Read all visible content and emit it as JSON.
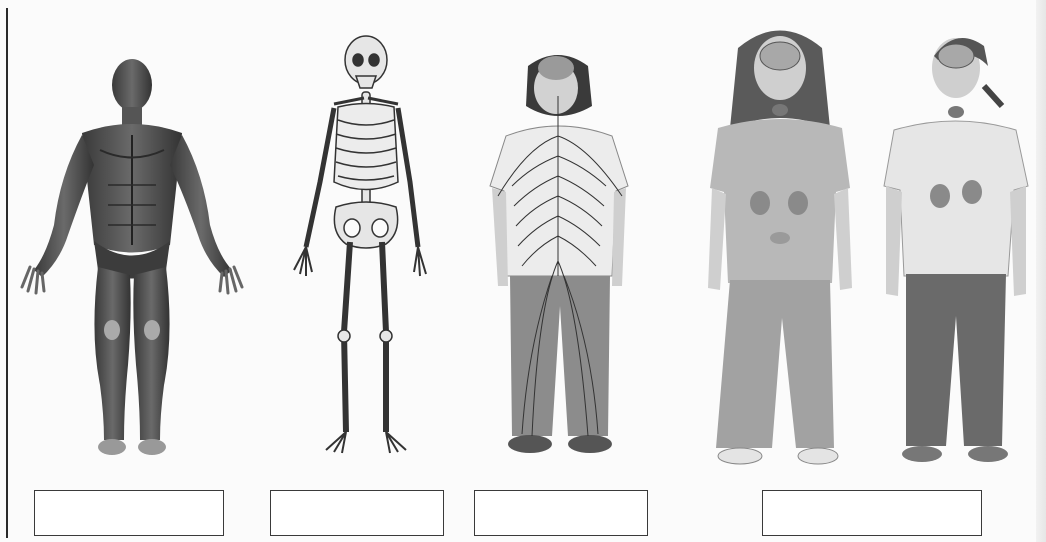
{
  "page": {
    "description_free": true
  },
  "figures": [
    {
      "id": "muscular",
      "icon": "muscular-system-figure-icon"
    },
    {
      "id": "skeletal",
      "icon": "skeletal-system-figure-icon"
    },
    {
      "id": "nervous",
      "icon": "nervous-system-figure-icon"
    },
    {
      "id": "endocrine-female",
      "icon": "endocrine-female-figure-icon"
    },
    {
      "id": "endocrine-male",
      "icon": "endocrine-male-figure-icon"
    }
  ],
  "answer_boxes": [
    {
      "value": ""
    },
    {
      "value": ""
    },
    {
      "value": ""
    },
    {
      "value": ""
    }
  ],
  "colors": {
    "ink": "#2a2a2a",
    "skin": "#cfcfcf",
    "bone": "#e4e4e4",
    "muscle": "#4a4a4a",
    "denim": "#7d7d7d",
    "shirt": "#bdbdbd"
  }
}
